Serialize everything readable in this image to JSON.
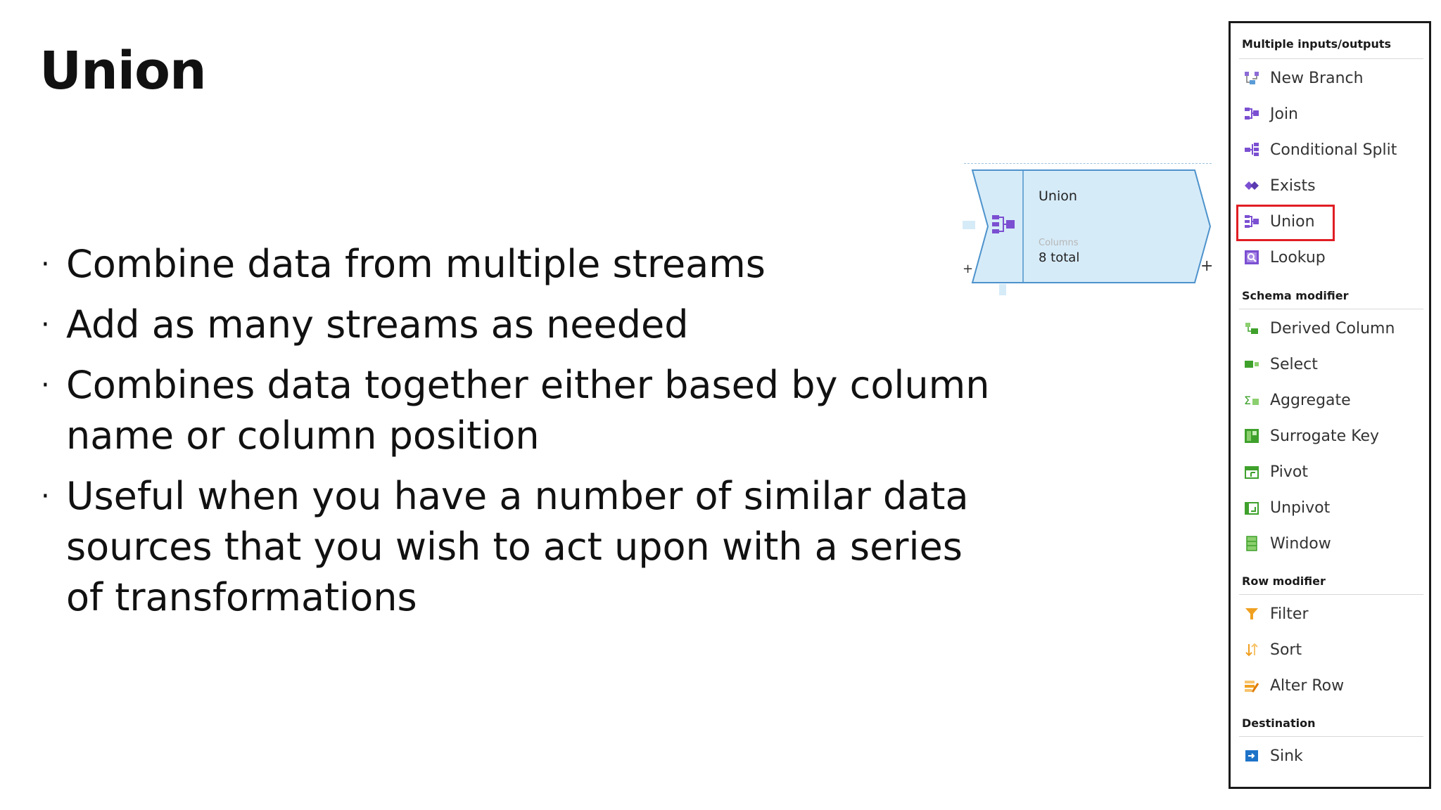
{
  "slide": {
    "title": "Union",
    "bullets": [
      "Combine data from multiple streams",
      "Add as many streams as needed",
      "Combines data together either based by column name or column position",
      "Useful when you have a number of similar data sources that you wish to act upon with a series of transformations"
    ]
  },
  "node": {
    "title": "Union",
    "columns_label": "Columns",
    "columns_value": "8 total",
    "plus_left": "+",
    "plus_right": "+"
  },
  "panel": {
    "sections": [
      {
        "header": "Multiple inputs/outputs",
        "items": [
          {
            "label": "New Branch",
            "icon": "new-branch-icon"
          },
          {
            "label": "Join",
            "icon": "join-icon"
          },
          {
            "label": "Conditional Split",
            "icon": "conditional-split-icon"
          },
          {
            "label": "Exists",
            "icon": "exists-icon"
          },
          {
            "label": "Union",
            "icon": "union-icon",
            "highlighted": true
          },
          {
            "label": "Lookup",
            "icon": "lookup-icon"
          }
        ]
      },
      {
        "header": "Schema modifier",
        "items": [
          {
            "label": "Derived Column",
            "icon": "derived-column-icon"
          },
          {
            "label": "Select",
            "icon": "select-icon"
          },
          {
            "label": "Aggregate",
            "icon": "aggregate-icon"
          },
          {
            "label": "Surrogate Key",
            "icon": "surrogate-key-icon"
          },
          {
            "label": "Pivot",
            "icon": "pivot-icon"
          },
          {
            "label": "Unpivot",
            "icon": "unpivot-icon"
          },
          {
            "label": "Window",
            "icon": "window-icon"
          }
        ]
      },
      {
        "header": "Row modifier",
        "items": [
          {
            "label": "Filter",
            "icon": "filter-icon"
          },
          {
            "label": "Sort",
            "icon": "sort-icon"
          },
          {
            "label": "Alter Row",
            "icon": "alter-row-icon"
          }
        ]
      },
      {
        "header": "Destination",
        "items": [
          {
            "label": "Sink",
            "icon": "sink-icon"
          }
        ]
      }
    ]
  },
  "colors": {
    "highlight": "#e01e24",
    "node_fill": "#d6ebf8",
    "node_stroke": "#4d93cc",
    "purple": "#7b4fd1"
  }
}
